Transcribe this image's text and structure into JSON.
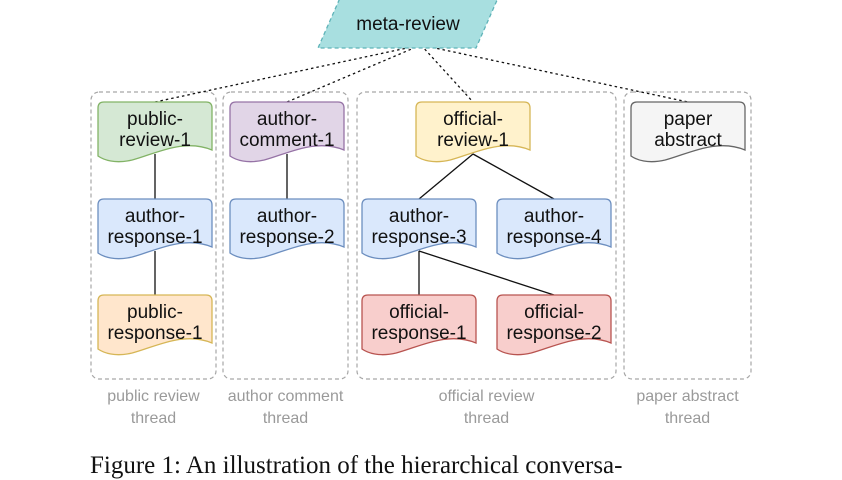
{
  "root": {
    "id": "meta",
    "label_lines": [
      "meta-review"
    ],
    "fill": "#a8dfe0",
    "stroke": "#5fb3b8"
  },
  "threads": [
    {
      "id": "public",
      "label_lines": [
        "public review",
        "thread"
      ]
    },
    {
      "id": "author",
      "label_lines": [
        "author comment",
        "thread"
      ]
    },
    {
      "id": "official",
      "label_lines": [
        "official review",
        "thread"
      ]
    },
    {
      "id": "paper",
      "label_lines": [
        "paper abstract",
        "thread"
      ]
    }
  ],
  "nodes": [
    {
      "id": "pr1",
      "label_lines": [
        "public-",
        "review-1"
      ],
      "fill": "#d5e8d4",
      "stroke": "#82b366"
    },
    {
      "id": "ar1",
      "label_lines": [
        "author-",
        "response-1"
      ],
      "fill": "#dae8fc",
      "stroke": "#6c8ebf"
    },
    {
      "id": "pres1",
      "label_lines": [
        "public-",
        "response-1"
      ],
      "fill": "#ffe6cc",
      "stroke": "#d6b656"
    },
    {
      "id": "ac1",
      "label_lines": [
        "author-",
        "comment-1"
      ],
      "fill": "#e1d5e7",
      "stroke": "#9673a6"
    },
    {
      "id": "ar2",
      "label_lines": [
        "author-",
        "response-2"
      ],
      "fill": "#dae8fc",
      "stroke": "#6c8ebf"
    },
    {
      "id": "or1",
      "label_lines": [
        "official-",
        "review-1"
      ],
      "fill": "#fff2cc",
      "stroke": "#d6b656"
    },
    {
      "id": "ar3",
      "label_lines": [
        "author-",
        "response-3"
      ],
      "fill": "#dae8fc",
      "stroke": "#6c8ebf"
    },
    {
      "id": "ar4",
      "label_lines": [
        "author-",
        "response-4"
      ],
      "fill": "#dae8fc",
      "stroke": "#6c8ebf"
    },
    {
      "id": "ores1",
      "label_lines": [
        "official-",
        "response-1"
      ],
      "fill": "#f8cecc",
      "stroke": "#b85450"
    },
    {
      "id": "ores2",
      "label_lines": [
        "official-",
        "response-2"
      ],
      "fill": "#f8cecc",
      "stroke": "#b85450"
    },
    {
      "id": "pa",
      "label_lines": [
        "paper",
        "abstract"
      ],
      "fill": "#f5f5f5",
      "stroke": "#666666"
    }
  ],
  "edges": [
    {
      "from": "meta",
      "to": "pr1",
      "style": "dotted"
    },
    {
      "from": "meta",
      "to": "ac1",
      "style": "dotted"
    },
    {
      "from": "meta",
      "to": "or1",
      "style": "dotted"
    },
    {
      "from": "meta",
      "to": "pa",
      "style": "dotted"
    },
    {
      "from": "pr1",
      "to": "ar1",
      "style": "solid"
    },
    {
      "from": "ar1",
      "to": "pres1",
      "style": "solid"
    },
    {
      "from": "ac1",
      "to": "ar2",
      "style": "solid"
    },
    {
      "from": "or1",
      "to": "ar3",
      "style": "solid"
    },
    {
      "from": "or1",
      "to": "ar4",
      "style": "solid"
    },
    {
      "from": "ar3",
      "to": "ores1",
      "style": "solid"
    },
    {
      "from": "ar3",
      "to": "ores2",
      "style": "solid"
    }
  ],
  "caption": "Figure 1: An illustration of the hierarchical conversa-"
}
